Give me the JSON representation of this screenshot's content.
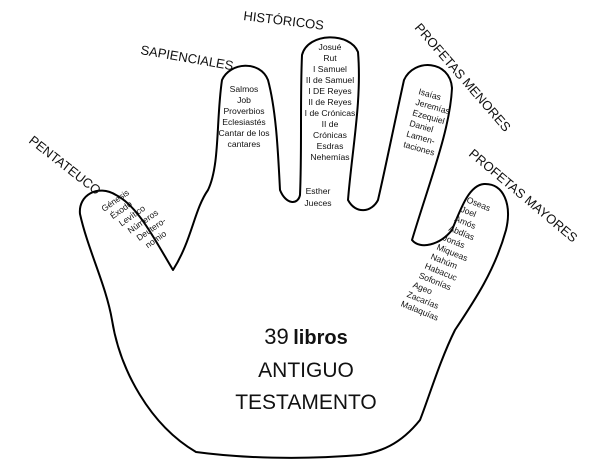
{
  "diagram": {
    "count_number": "39",
    "count_word": "libros",
    "title_line1": "ANTIGUO",
    "title_line2": "TESTAMENTO",
    "groups": [
      {
        "name": "PENTATEUCO",
        "books": [
          "Génesis",
          "Éxodo",
          "Levítico",
          "Números",
          "Deutero-",
          "nomio"
        ]
      },
      {
        "name": "SAPIENCIALES",
        "books": [
          "Salmos",
          "Job",
          "Proverbios",
          "Eclesiastés",
          "Cantar de los",
          "cantares"
        ]
      },
      {
        "name": "HISTÓRICOS",
        "books": [
          "Josué",
          "Rut",
          "I Samuel",
          "II de Samuel",
          "I DE Reyes",
          "II de Reyes",
          "I de Crónicas",
          "II de",
          "Crónicas",
          "Esdras",
          "Nehemías",
          "",
          "Esther",
          "Jueces"
        ]
      },
      {
        "name": "PROFETAS MENORES",
        "books": [
          "Isaías",
          "Jeremías",
          "Ezequiel",
          "Daniel",
          "Lamen-",
          "taciones"
        ]
      },
      {
        "name": "PROFETAS MAYORES",
        "books": [
          "Oseas",
          "Joel",
          "Amós",
          "Abdías",
          "Jonás",
          "Miqueas",
          "Nahúm",
          "Habacuc",
          "Sofonías",
          "Ageo",
          "Zacarías",
          "Malaquías"
        ]
      }
    ]
  }
}
